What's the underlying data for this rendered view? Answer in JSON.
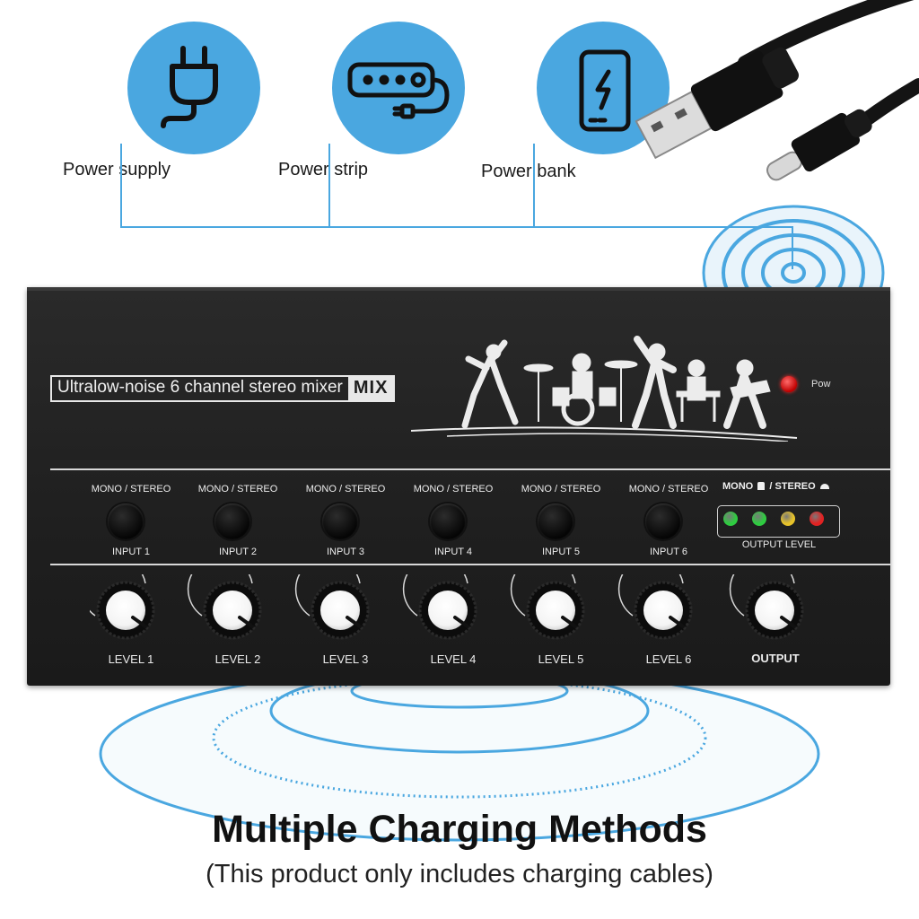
{
  "sources": [
    {
      "label": "Power supply",
      "icon": "plug-icon"
    },
    {
      "label": "Power strip",
      "icon": "power-strip-icon"
    },
    {
      "label": "Power bank",
      "icon": "power-bank-icon"
    }
  ],
  "cable": {
    "icon": "usb-type-c-cable-icon"
  },
  "mixer": {
    "title": "Ultralow-noise 6 channel stereo mixer",
    "badge": "MIX",
    "pow_label": "Pow",
    "mode_switch_label": "MONO / STEREO",
    "output_mode_label": "MONO",
    "output_mode_label_b": "/ STEREO",
    "output_level_label": "OUTPUT LEVEL",
    "leds": [
      "#2ecc40",
      "#2ecc40",
      "#e6c229",
      "#e22222"
    ],
    "inputs": [
      "INPUT 1",
      "INPUT 2",
      "INPUT 3",
      "INPUT 4",
      "INPUT 5",
      "INPUT 6"
    ],
    "levels": [
      "LEVEL 1",
      "LEVEL 2",
      "LEVEL 3",
      "LEVEL 4",
      "LEVEL 5",
      "LEVEL 6"
    ],
    "output_label": "OUTPUT"
  },
  "headline": "Multiple Charging Methods",
  "subline": "(This product only includes charging cables)",
  "colors": {
    "accent": "#4aa7e0",
    "panel": "#1f1f1f"
  }
}
